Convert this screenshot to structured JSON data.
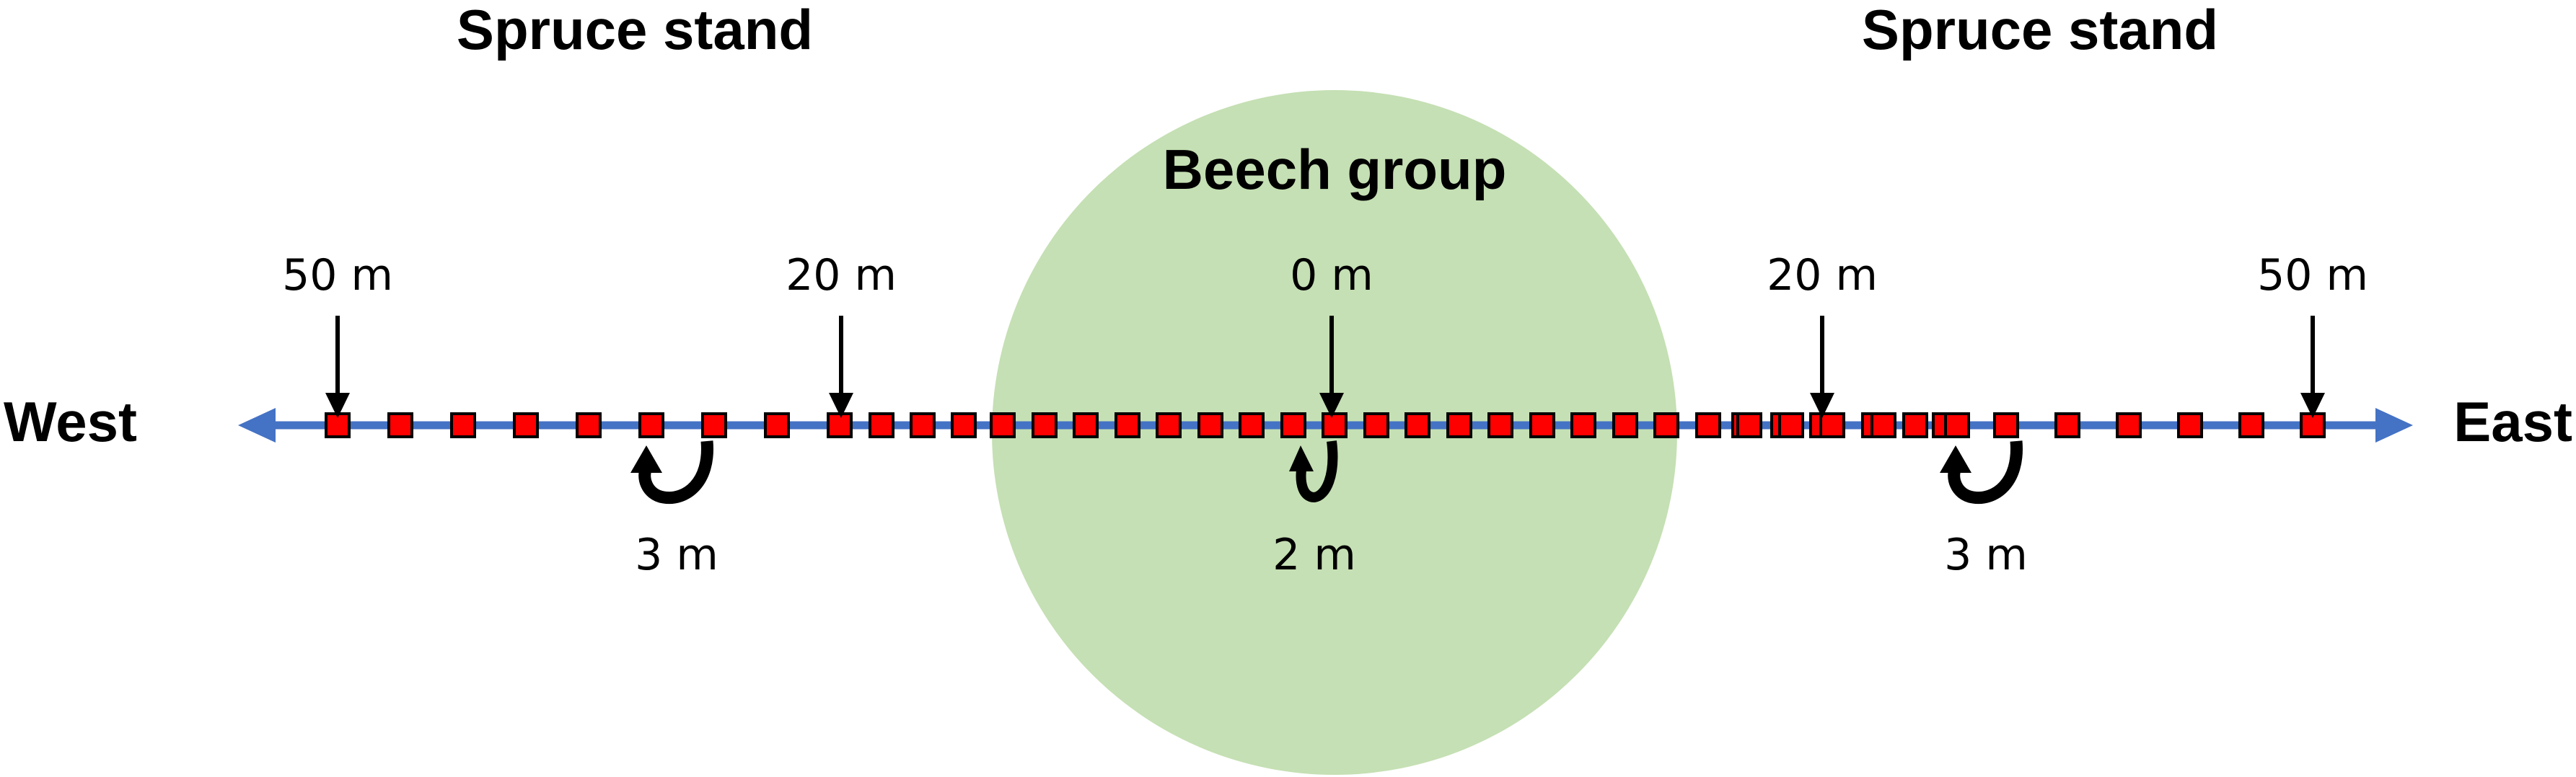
{
  "regions": {
    "left_stand": "Spruce stand",
    "right_stand": "Spruce stand",
    "beech_group": "Beech group"
  },
  "directions": {
    "west": "West",
    "east": "East"
  },
  "distance_markers": [
    {
      "label": "50 m",
      "side": "west",
      "distance_m": 50
    },
    {
      "label": "20 m",
      "side": "west",
      "distance_m": 20
    },
    {
      "label": "0 m",
      "side": "center",
      "distance_m": 0
    },
    {
      "label": "20 m",
      "side": "east",
      "distance_m": 20
    },
    {
      "label": "50 m",
      "side": "east",
      "distance_m": 50
    }
  ],
  "spacing_annotations": [
    {
      "label": "3 m",
      "zone": "west",
      "spacing_m": 3
    },
    {
      "label": "2 m",
      "zone": "center",
      "spacing_m": 2
    },
    {
      "label": "3 m",
      "zone": "east",
      "spacing_m": 3
    }
  ],
  "colors": {
    "transect_line": "#4472c4",
    "sample_point_fill": "#ff0000",
    "sample_point_stroke": "#000000",
    "beech_circle": "#c5e0b4",
    "arrow": "#000000"
  }
}
